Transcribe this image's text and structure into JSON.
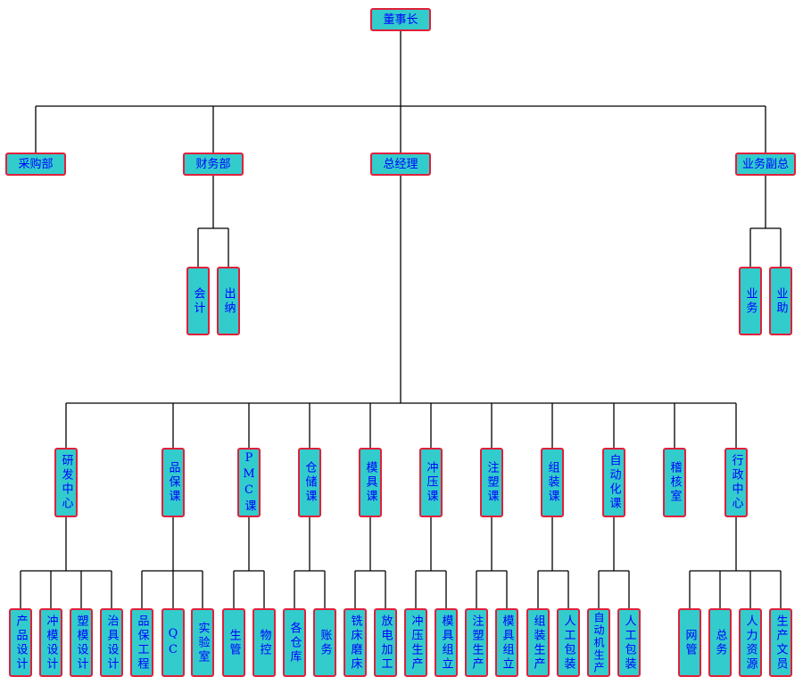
{
  "org_chart": {
    "top": {
      "chairman": "董事长",
      "purchasing": "采购部",
      "finance": "财务部",
      "general_manager": "总经理",
      "vp_business": "业务副总"
    },
    "finance_units": {
      "accounting": "会计",
      "cashier": "出纳"
    },
    "business_units": {
      "sales": "业务",
      "sales_assistant": "业助"
    },
    "departments": {
      "rd": "研发中心",
      "qc": "品保课",
      "pmc": "PMC课",
      "warehouse": "仓储课",
      "mold": "模具课",
      "stamping": "冲压课",
      "injection": "注塑课",
      "assembly": "组装课",
      "automation": "自动化课",
      "audit": "稽核室",
      "admin": "行政中心"
    },
    "units": {
      "product_design": "产品设计",
      "die_design": "冲模设计",
      "plastic_mold_design": "塑模设计",
      "jig_design": "治具设计",
      "qa_engineering": "品保工程",
      "qc": "QC",
      "laboratory": "实验室",
      "production_control": "生管",
      "material_control": "物控",
      "warehouses": "各仓库",
      "accounts": "账务",
      "milling_grinding": "铣床磨床",
      "edm": "放电加工",
      "stamping_production": "冲压生产",
      "mold_assembly_1": "模具组立",
      "injection_production": "注塑生产",
      "mold_assembly_2": "模具组立",
      "assembly_production": "组装生产",
      "manual_packing_1": "人工包装",
      "automated_production": "自动机生产",
      "manual_packing_2": "人工包装",
      "network": "网管",
      "general_affairs": "总务",
      "hr": "人力资源",
      "stationery": "生产文员"
    }
  }
}
